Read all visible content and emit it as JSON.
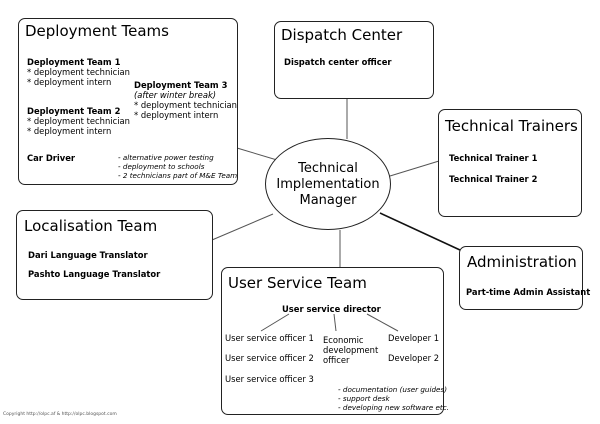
{
  "center": {
    "lines": [
      "Technical",
      "Implementation",
      "Manager"
    ]
  },
  "deployment": {
    "title": "Deployment Teams",
    "team1": {
      "name": "Deployment Team 1",
      "members": [
        "* deployment technician",
        "* deployment intern"
      ]
    },
    "team2": {
      "name": "Deployment Team 2",
      "members": [
        "* deployment technician",
        "* deployment intern"
      ]
    },
    "team3": {
      "name": "Deployment Team 3",
      "note": "(after winter break)",
      "members": [
        "* deployment technician",
        "* deployment intern"
      ]
    },
    "car_driver": "Car Driver",
    "notes": [
      "- alternative power testing",
      "- deployment to schools",
      "- 2 technicians part of M&E Team"
    ]
  },
  "dispatch": {
    "title": "Dispatch Center",
    "officer": "Dispatch center officer"
  },
  "trainers": {
    "title": "Technical Trainers",
    "items": [
      "Technical Trainer 1",
      "Technical Trainer 2"
    ]
  },
  "localisation": {
    "title": "Localisation Team",
    "items": [
      "Dari Language Translator",
      "Pashto Language Translator"
    ]
  },
  "administration": {
    "title": "Administration",
    "item": "Part-time Admin Assistant"
  },
  "user_service": {
    "title": "User Service Team",
    "director": "User service director",
    "officers": [
      "User service officer 1",
      "User service officer 2",
      "User service officer 3"
    ],
    "economic": [
      "Economic",
      "development",
      "officer"
    ],
    "developers": [
      "Developer 1",
      "Developer 2"
    ],
    "notes": [
      "- documentation (user guides)",
      "- support desk",
      "- developing new software etc."
    ]
  },
  "copyright": "Copyright http://olpc.af & http://olpc.blogspot.com"
}
